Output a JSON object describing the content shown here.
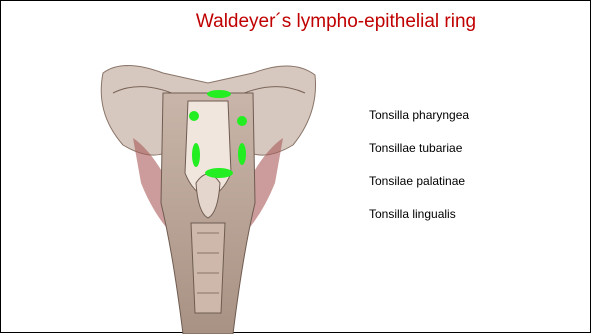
{
  "slide": {
    "title": "Waldeyer´s lympho-epithelial ring",
    "labels": [
      "Tonsilla pharyngea",
      "Tonsillae tubariae",
      "Tonsilae palatinae",
      "Tonsilla lingualis"
    ]
  },
  "colors": {
    "title": "#c00000",
    "tonsil_marker": "#22ee22",
    "tissue": "#b89a8c"
  },
  "illustration": {
    "subject": "anatomical-drawing-pharynx-posterior-view"
  }
}
